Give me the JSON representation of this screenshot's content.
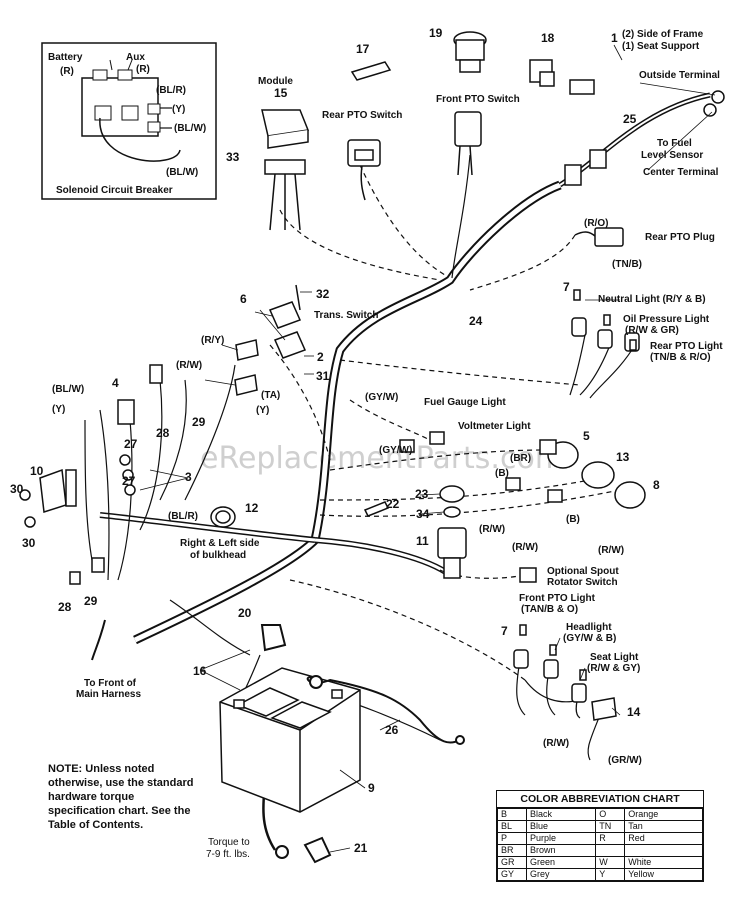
{
  "watermark": "eReplacementParts.com",
  "inset": {
    "title": "Solenoid Circuit Breaker",
    "labels": [
      "Battery",
      "(R)",
      "Aux",
      "(R)",
      "(BL/R)",
      "(Y)",
      "(BL/W)",
      "(BL/W)"
    ]
  },
  "callouts": {
    "module": "Module",
    "rear_pto_switch": "Rear PTO Switch",
    "front_pto_switch": "Front PTO Switch",
    "side_of_frame": "(2) Side of Frame",
    "seat_support": "(1) Seat Support",
    "outside_terminal": "Outside Terminal",
    "to_fuel": "To Fuel",
    "level_sensor": "Level Sensor",
    "center_terminal": "Center Terminal",
    "ro": "(R/O)",
    "rear_pto_plug": "Rear PTO Plug",
    "tnb": "(TN/B)",
    "neutral_light": "Neutral Light (R/Y & B)",
    "oil_pressure_light": "Oil Pressure Light",
    "oil_pressure_colors": "(R/W & GR)",
    "rear_pto_light": "Rear PTO Light",
    "rear_pto_light_colors": "(TN/B & R/O)",
    "trans_switch": "Trans. Switch",
    "ry": "(R/Y)",
    "rw_left": "(R/W)",
    "ta": "(TA)",
    "y_mid": "(Y)",
    "gyw": "(GY/W)",
    "gyw2": "(GY/W)",
    "fuel_gauge_light": "Fuel Gauge Light",
    "voltmeter_light": "Voltmeter Light",
    "br": "(BR)",
    "b1": "(B)",
    "b2": "(B)",
    "rw_a": "(R/W)",
    "rw_b": "(R/W)",
    "rw_c": "(R/W)",
    "blw_left": "(BL/W)",
    "y_left": "(Y)",
    "blr_left": "(BL/R)",
    "bulkhead_1": "Right & Left side",
    "bulkhead_2": "of bulkhead",
    "optional_spout": "Optional Spout",
    "rotator_switch": "Rotator Switch",
    "front_pto_light": "Front PTO Light",
    "front_pto_light_colors": "(TAN/B & O)",
    "headlight": "Headlight",
    "headlight_colors": "(GY/W & B)",
    "seat_light": "Seat Light",
    "seat_light_colors": "(R/W & GY)",
    "rw_bottom": "(R/W)",
    "grw_bottom": "(GR/W)",
    "to_front_1": "To Front of",
    "to_front_2": "Main Harness",
    "torque_1": "Torque to",
    "torque_2": "7-9 ft. lbs."
  },
  "part_numbers": [
    "1",
    "2",
    "3",
    "4",
    "5",
    "6",
    "7",
    "7",
    "8",
    "9",
    "10",
    "11",
    "12",
    "13",
    "14",
    "15",
    "16",
    "17",
    "18",
    "19",
    "20",
    "21",
    "22",
    "23",
    "24",
    "25",
    "26",
    "27",
    "27",
    "28",
    "28",
    "29",
    "29",
    "30",
    "30",
    "31",
    "32",
    "33",
    "34"
  ],
  "note": "NOTE: Unless noted otherwise, use the standard hardware torque specification chart. See the Table of Contents.",
  "color_chart": {
    "title": "COLOR ABBREVIATION CHART",
    "rows": [
      [
        "B",
        "Black",
        "O",
        "Orange"
      ],
      [
        "BL",
        "Blue",
        "TN",
        "Tan"
      ],
      [
        "P",
        "Purple",
        "R",
        "Red"
      ],
      [
        "BR",
        "Brown",
        "",
        ""
      ],
      [
        "GR",
        "Green",
        "W",
        "White"
      ],
      [
        "GY",
        "Grey",
        "Y",
        "Yellow"
      ]
    ]
  }
}
